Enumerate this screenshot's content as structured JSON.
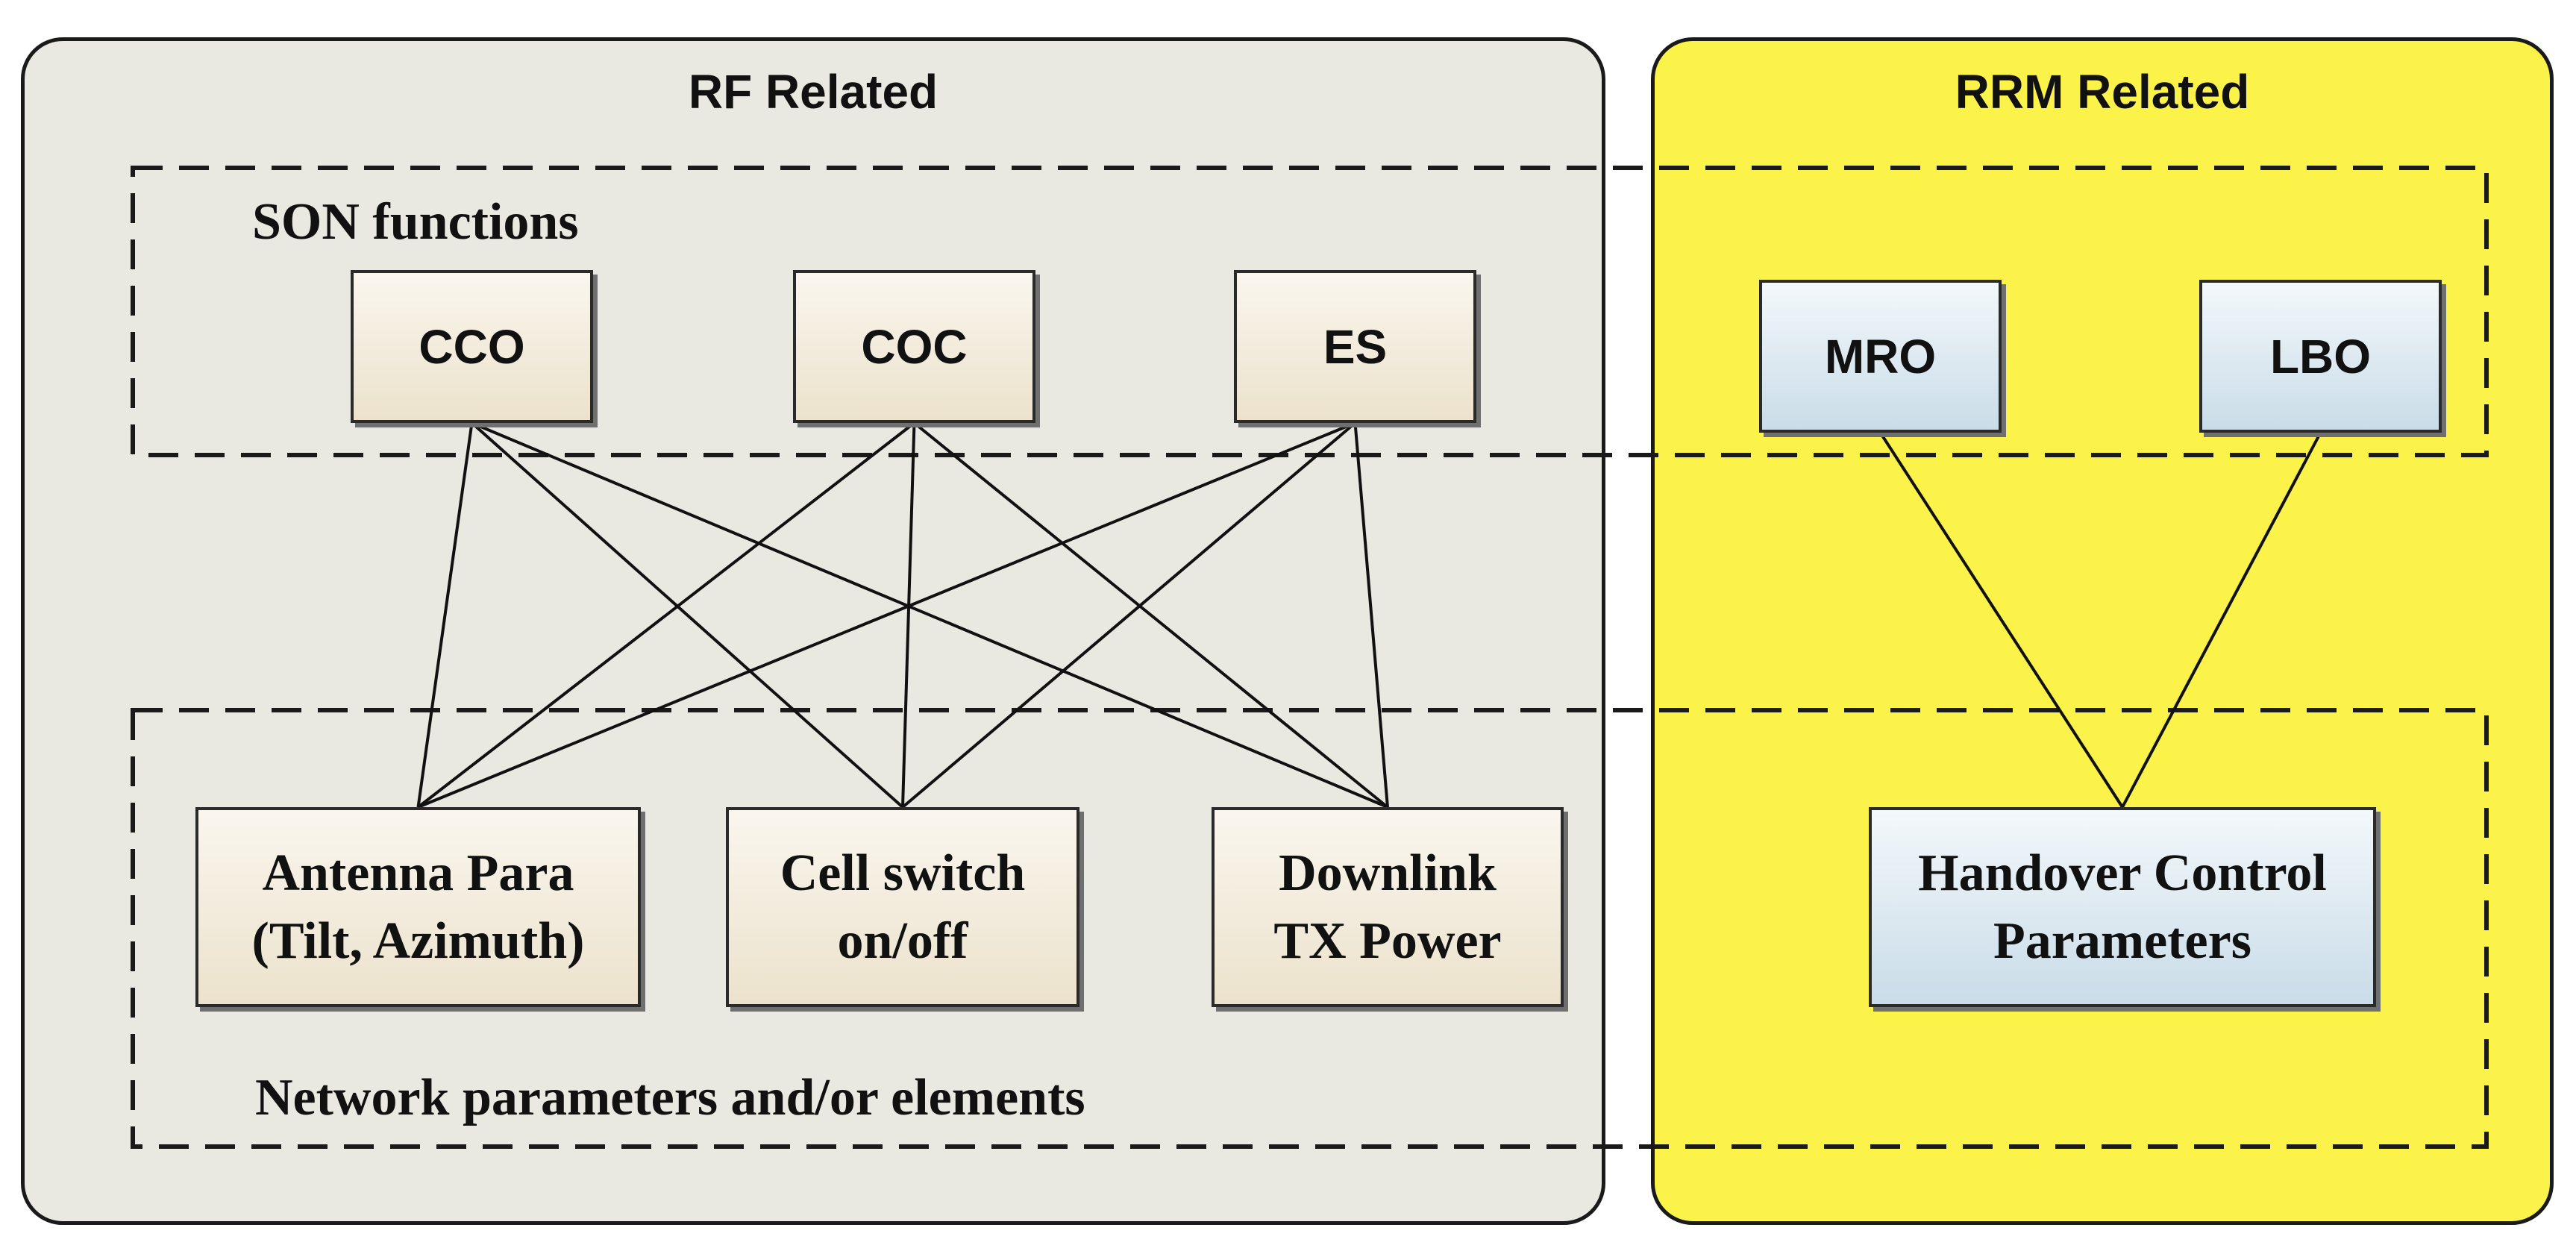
{
  "panels": {
    "rf": {
      "title": "RF Related",
      "color": "#e9e9e1"
    },
    "rrm": {
      "title": "RRM Related",
      "color": "#fbf34a"
    }
  },
  "groups": {
    "son_label": "SON functions",
    "params_label": "Network parameters and/or elements"
  },
  "son_functions": [
    {
      "id": "cco",
      "label": "CCO"
    },
    {
      "id": "coc",
      "label": "COC"
    },
    {
      "id": "es",
      "label": "ES"
    },
    {
      "id": "mro",
      "label": "MRO"
    },
    {
      "id": "lbo",
      "label": "LBO"
    }
  ],
  "parameters": [
    {
      "id": "antenna",
      "label": "Antenna Para\n(Tilt, Azimuth)"
    },
    {
      "id": "cellswitch",
      "label": "Cell switch\non/off"
    },
    {
      "id": "downlink",
      "label": "Downlink\nTX Power"
    },
    {
      "id": "handover",
      "label": "Handover Control\nParameters"
    }
  ],
  "links": [
    [
      "cco",
      "antenna"
    ],
    [
      "cco",
      "cellswitch"
    ],
    [
      "cco",
      "downlink"
    ],
    [
      "coc",
      "antenna"
    ],
    [
      "coc",
      "cellswitch"
    ],
    [
      "coc",
      "downlink"
    ],
    [
      "es",
      "antenna"
    ],
    [
      "es",
      "cellswitch"
    ],
    [
      "es",
      "downlink"
    ],
    [
      "mro",
      "handover"
    ],
    [
      "lbo",
      "handover"
    ]
  ]
}
